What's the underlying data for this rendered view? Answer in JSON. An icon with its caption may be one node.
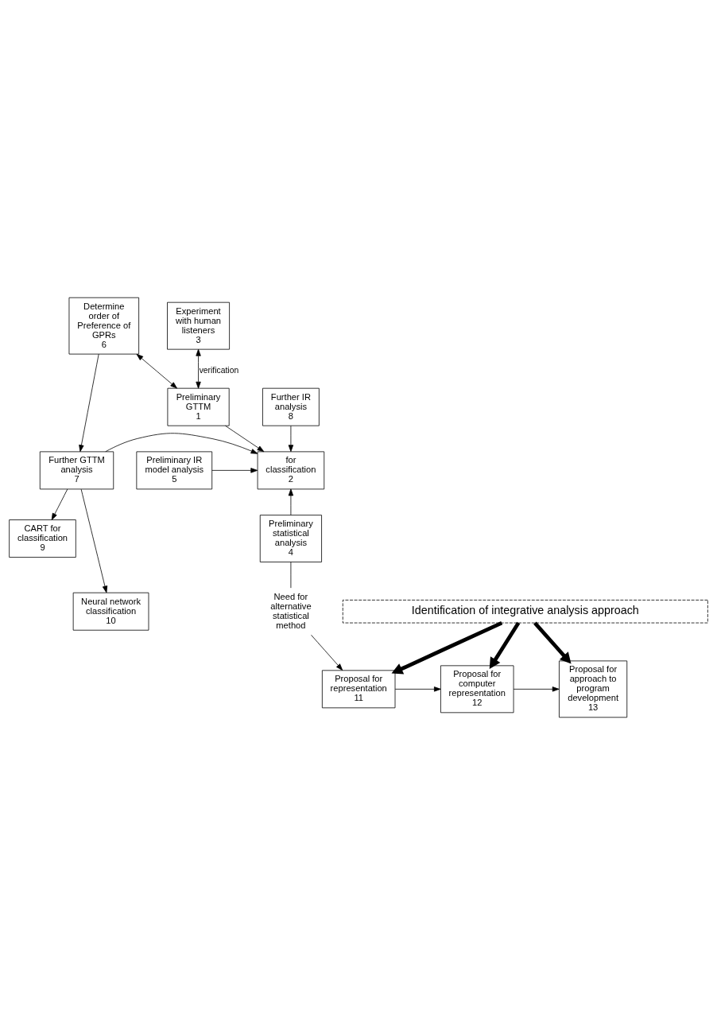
{
  "diagram": {
    "nodes": [
      {
        "text": [
          "Experiment with human listeners",
          "3"
        ]
      },
      {
        "text": [
          "Determine order of Preference of GPRs",
          "6"
        ]
      },
      {
        "text": [
          "Preliminary GTTM",
          "1"
        ]
      },
      {
        "text": [
          "Further IR analysis",
          "8"
        ]
      },
      {
        "text": [
          "Preliminary IR model analysis",
          "5"
        ]
      },
      {
        "text": [
          "for classification",
          "2"
        ]
      },
      {
        "text": [
          "Further GTTM analysis",
          "7"
        ]
      },
      {
        "text": [
          "Preliminary statistical analysis",
          "4"
        ]
      },
      {
        "text": [
          "CART for classification",
          "9"
        ]
      },
      {
        "text": [
          "Neural network classification",
          "10"
        ]
      },
      {
        "text": [
          "Need for alternative statistical method"
        ]
      },
      {
        "text": [
          "Identification of integrative analysis approach"
        ]
      },
      {
        "text": [
          "Proposal for representation",
          "11"
        ]
      },
      {
        "text": [
          "Proposal for computer representation",
          "12"
        ]
      },
      {
        "text": [
          "Proposal for approach to program development",
          "13"
        ]
      }
    ],
    "edges": [
      {
        "from": 0,
        "to": 2,
        "arrow": "both",
        "label": "verification"
      },
      {
        "from": 2,
        "to": 1,
        "arrow": "both"
      },
      {
        "from": 1,
        "to": 6,
        "arrow": "to"
      },
      {
        "from": 2,
        "to": 5,
        "arrow": "to"
      },
      {
        "from": 3,
        "to": 5,
        "arrow": "to"
      },
      {
        "from": 4,
        "to": 5,
        "arrow": "to"
      },
      {
        "from": 7,
        "to": 5,
        "arrow": "to"
      },
      {
        "from": 6,
        "to": 5,
        "arrow": "to"
      },
      {
        "from": 6,
        "to": 8,
        "arrow": "to"
      },
      {
        "from": 6,
        "to": 9,
        "arrow": "to"
      },
      {
        "from": 7,
        "to": 10,
        "arrow": "none"
      },
      {
        "from": 10,
        "to": 12,
        "arrow": "to"
      },
      {
        "from": 11,
        "to": 12,
        "arrow": "to",
        "style": "thick"
      },
      {
        "from": 11,
        "to": 13,
        "arrow": "to",
        "style": "thick"
      },
      {
        "from": 11,
        "to": 14,
        "arrow": "to",
        "style": "thick"
      },
      {
        "from": 12,
        "to": 13,
        "arrow": "to"
      },
      {
        "from": 13,
        "to": 14,
        "arrow": "to"
      }
    ]
  }
}
